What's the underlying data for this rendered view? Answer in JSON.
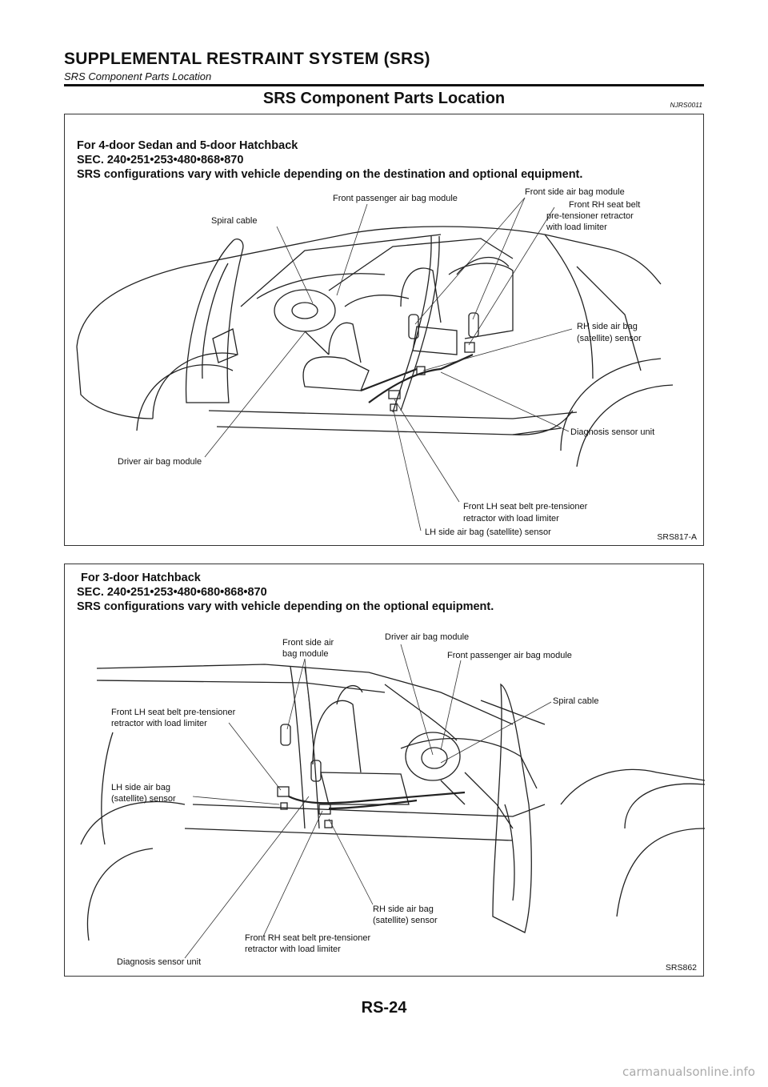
{
  "header": {
    "title": "SUPPLEMENTAL RESTRAINT SYSTEM (SRS)",
    "subtitle": "SRS Component Parts Location"
  },
  "section": {
    "title": "SRS Component Parts Location",
    "code": "NJRS0011"
  },
  "figure1": {
    "heading": "For 4-door Sedan and 5-door Hatchback",
    "sec": "SEC. 240•251•253•480•868•870",
    "note": "SRS configurations vary with vehicle depending on the destination and optional equipment.",
    "labels": {
      "spiral_cable": "Spiral cable",
      "front_passenger_air_bag": "Front passenger air bag module",
      "front_side_air_bag": "Front side air bag module",
      "front_rh_belt_1": "Front RH seat belt",
      "front_rh_belt_2": "pre-tensioner retractor",
      "front_rh_belt_3": "with load limiter",
      "rh_side_sensor_1": "RH side air bag",
      "rh_side_sensor_2": "(satellite) sensor",
      "diagnosis_sensor": "Diagnosis sensor unit",
      "driver_air_bag": "Driver air bag module",
      "front_lh_belt_1": "Front LH seat belt pre-tensioner",
      "front_lh_belt_2": "retractor with load limiter",
      "lh_side_sensor": "LH side air bag (satellite) sensor"
    },
    "id": "SRS817-A"
  },
  "figure2": {
    "heading": "For 3-door Hatchback",
    "sec": "SEC. 240•251•253•480•680•868•870",
    "note": "SRS configurations vary with vehicle depending on the optional equipment.",
    "labels": {
      "front_side_air_bag_1": "Front side air",
      "front_side_air_bag_2": "bag module",
      "driver_air_bag": "Driver air bag module",
      "front_passenger_air_bag": "Front passenger air bag module",
      "spiral_cable": "Spiral cable",
      "front_lh_belt_1": "Front LH seat belt pre-tensioner",
      "front_lh_belt_2": "retractor with load limiter",
      "lh_side_sensor_1": "LH side air bag",
      "lh_side_sensor_2": "(satellite) sensor",
      "rh_side_sensor_1": "RH side air bag",
      "rh_side_sensor_2": "(satellite) sensor",
      "front_rh_belt_1": "Front RH seat belt pre-tensioner",
      "front_rh_belt_2": "retractor with load limiter",
      "diagnosis_sensor": "Diagnosis sensor unit"
    },
    "id": "SRS862"
  },
  "footer": {
    "page": "RS-24",
    "watermark": "carmanualsonline.info"
  }
}
